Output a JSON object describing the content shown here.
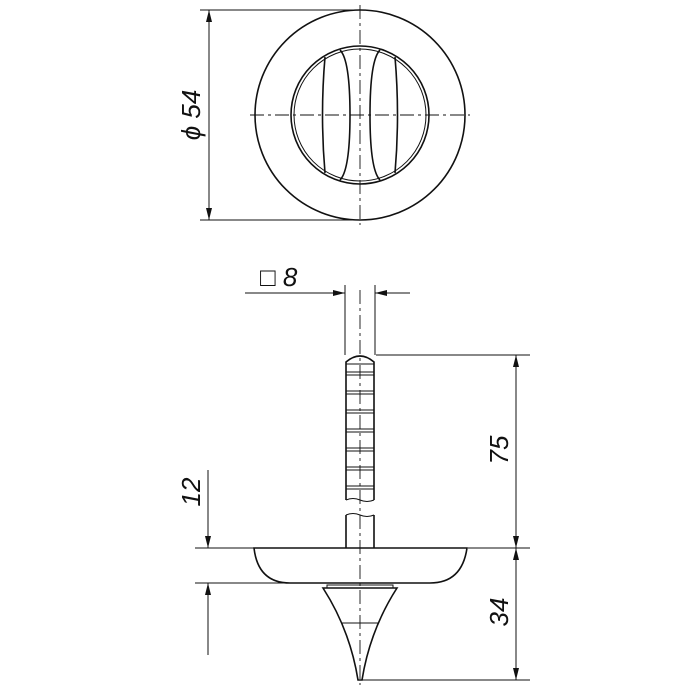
{
  "drawing": {
    "top_view": {
      "diameter_label": "ϕ 54"
    },
    "side_view": {
      "square_label": "□ 8",
      "spindle_length_label": "75",
      "rose_thickness_label": "12",
      "knob_height_label": "34"
    }
  }
}
